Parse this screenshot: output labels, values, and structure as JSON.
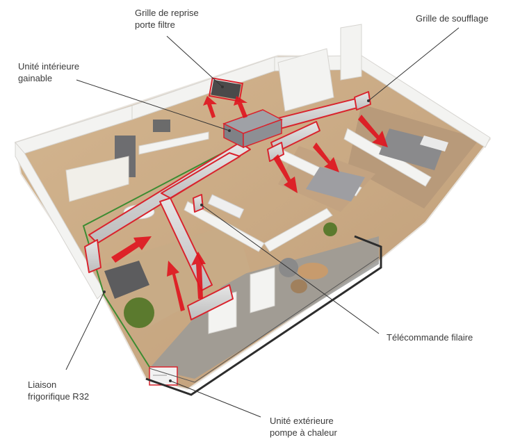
{
  "labels": {
    "grille_reprise": [
      "Grille de reprise",
      "porte filtre"
    ],
    "grille_soufflage": [
      "Grille de soufflage"
    ],
    "unite_interieure": [
      "Unité intérieure",
      "gainable"
    ],
    "telecommande": [
      "Télécommande filaire"
    ],
    "liaison": [
      "Liaison",
      "frigorifique R32"
    ],
    "unite_exterieure": [
      "Unité extérieure",
      "pompe à chaleur"
    ]
  },
  "colors": {
    "duct_stroke": "#d9232d",
    "airflow_arrow": "#e0141e",
    "refrigerant_line": "#3c8c32",
    "floor": "#c9a883",
    "wall": "#f3f3f1",
    "leader_line": "#333333"
  }
}
